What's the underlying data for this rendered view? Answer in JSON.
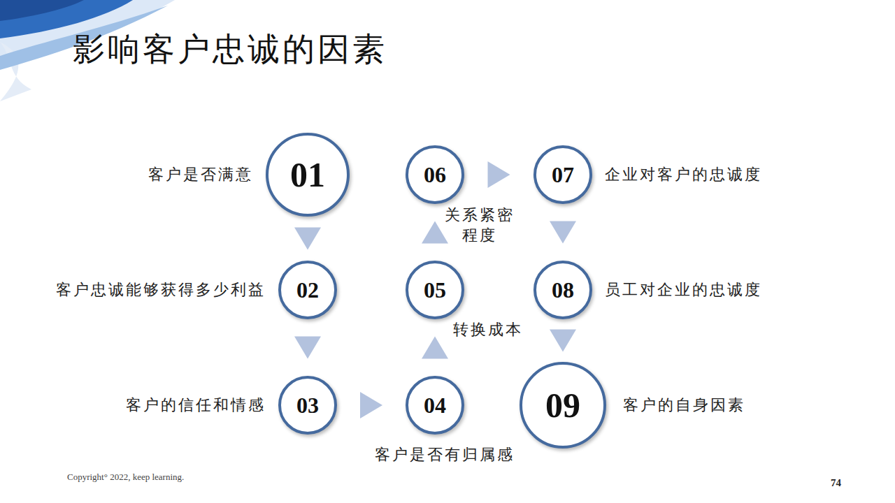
{
  "diagram": {
    "title": "影响客户忠诚的因素",
    "nodes": [
      {
        "text": [
          "01",
          "客户是否满意"
        ]
      },
      {
        "text": [
          "02",
          "客户忠诚能够获得多少利益"
        ]
      },
      {
        "text": [
          "03",
          "客户的信任和情感"
        ]
      },
      {
        "text": [
          "04",
          "客户是否有归属感"
        ]
      },
      {
        "text": [
          "05",
          "转换成本"
        ]
      },
      {
        "text": [
          "06",
          "关系紧密 程度"
        ]
      },
      {
        "text": [
          "07",
          "企业对客户的忠诚度"
        ]
      },
      {
        "text": [
          "08",
          "员工对企业的忠诚度"
        ]
      },
      {
        "text": [
          "09",
          "客户的自身因素"
        ]
      }
    ],
    "edges": [
      {
        "from": 0,
        "to": 1,
        "arrow": "to"
      },
      {
        "from": 1,
        "to": 2,
        "arrow": "to"
      },
      {
        "from": 2,
        "to": 3,
        "arrow": "to"
      },
      {
        "from": 3,
        "to": 4,
        "arrow": "to"
      },
      {
        "from": 4,
        "to": 5,
        "arrow": "to"
      },
      {
        "from": 5,
        "to": 6,
        "arrow": "to"
      },
      {
        "from": 6,
        "to": 7,
        "arrow": "to"
      },
      {
        "from": 7,
        "to": 8,
        "arrow": "to"
      }
    ],
    "labels": [
      "Copyright° 2022, keep learning.",
      "74"
    ]
  }
}
